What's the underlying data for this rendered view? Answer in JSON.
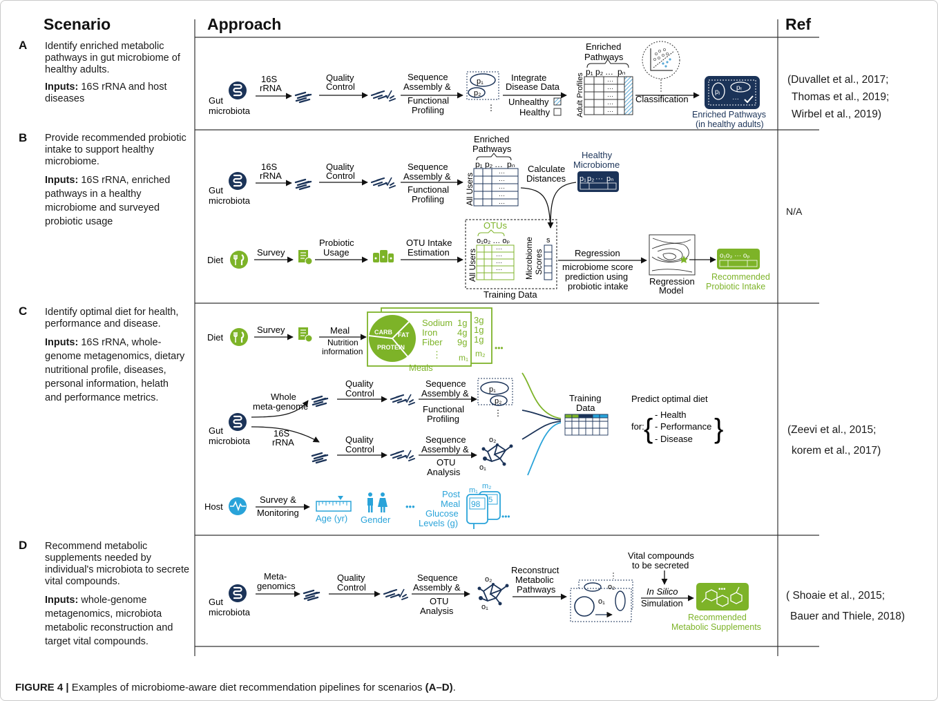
{
  "headers": {
    "scenario": "Scenario",
    "approach": "Approach",
    "ref": "Ref"
  },
  "rows": [
    {
      "letter": "A",
      "scenario": "Identify enriched metabolic  pathways in gut microbiome of healthy adults.",
      "inputs_label": "Inputs:",
      "inputs": " 16S rRNA and host diseases",
      "refs": [
        "(Duvallet et  al., 2017;",
        "Thomas et al., 2019;",
        "Wirbel et al., 2019)"
      ]
    },
    {
      "letter": "B",
      "scenario": "Provide recommended probiotic intake to support healthy microbiome.",
      "inputs_label": "Inputs:",
      "inputs": " 16S rRNA, enriched pathways in a healthy microbiome and surveyed probiotic usage",
      "refs": [
        "N/A"
      ]
    },
    {
      "letter": "C",
      "scenario": "Identify optimal diet for health, performance and disease.",
      "inputs_label": "Inputs:",
      "inputs": " 16S rRNA, whole-genome metagenomics, dietary nutritional profile, diseases, personal information, helath and performance metrics.",
      "refs": [
        "(Zeevi et al., 2015;",
        "korem et al., 2017)"
      ]
    },
    {
      "letter": "D",
      "scenario": "Recommend metabolic supplements needed by individual's microbiota to secrete vital compounds.",
      "inputs_label": "Inputs:",
      "inputs": " whole-genome metagenomics, microbiota metabolic reconstruction and target vital compounds.",
      "refs": [
        "( Shoaie et al., 2015;",
        "Bauer and Thiele, 2018)"
      ]
    }
  ],
  "diagram": {
    "gut": [
      "Gut",
      "microbiota"
    ],
    "s16": [
      "16S",
      "rRNA"
    ],
    "qc": [
      "Quality",
      "Control"
    ],
    "seq_fp": [
      "Sequence",
      "Assembly &",
      "Functional",
      "Profiling"
    ],
    "seq_otu": [
      "Sequence",
      "Assembly &",
      "OTU",
      "Analysis"
    ],
    "integrate": [
      "Integrate",
      "Disease Data"
    ],
    "unhealthy": "Unhealthy",
    "healthy": "Healthy",
    "enriched_pw": [
      "Enriched",
      "Pathways"
    ],
    "p1": "p₁",
    "p2": "p₂",
    "pn": "pₙ",
    "pj": "pⱼ",
    "pt": "pₜ",
    "dots": "…",
    "vdots": "⋮",
    "tdots": "···",
    "ellipsis": "•••",
    "o1": "o₁",
    "o2": "o₂",
    "adult_profiles": "Adult Profiles",
    "classification": "Classification",
    "enriched_result": [
      "Enriched Pathways",
      "(in healthy adults)"
    ],
    "all_users": "All Users",
    "calc": [
      "Calculate",
      "Distances"
    ],
    "healthy_mb": [
      "Healthy",
      "Microbiome"
    ],
    "diet": "Diet",
    "survey": "Survey",
    "probiotic_usage": [
      "Probiotic",
      "Usage"
    ],
    "otu_intake": [
      "OTU Intake",
      "Estimation"
    ],
    "otus": "OTUs",
    "otu_header": "o₁o₂ … oₚ",
    "otu_header2": "o₁o₂ ··· oₚ",
    "mb_scores": [
      "Microbiome",
      "Scores"
    ],
    "s": "s",
    "training_data": "Training Data",
    "regression": "Regression",
    "regression_desc": [
      "microbiome score",
      "prediction using",
      "probiotic intake"
    ],
    "regression_model": [
      "Regression",
      "Model"
    ],
    "rec_probiotic": [
      "Recommended",
      "Probiotic Intake"
    ],
    "meal": "Meal",
    "nutrition": [
      "Nutrition",
      "information"
    ],
    "carb": "CARB",
    "fat": "FAT",
    "protein": "PROTEIN",
    "nutrients": [
      "Sodium",
      "Iron",
      "Fiber"
    ],
    "amounts_m1": [
      "1g",
      "4g",
      "9g"
    ],
    "amounts_m2": [
      "3g",
      "1g",
      "1g"
    ],
    "m1": "m₁",
    "m2": "m₂",
    "meals": "Meals",
    "whole_mg": [
      "Whole",
      "meta-genome"
    ],
    "training": [
      "Training",
      "Data"
    ],
    "predict": "Predict optimal diet",
    "for": "for:",
    "targets": [
      "- Health",
      "- Performance",
      "- Disease"
    ],
    "host": "Host",
    "survey_mon": [
      "Survey &",
      "Monitoring"
    ],
    "age": "Age (yr)",
    "gender": "Gender",
    "glucose": [
      "Post",
      "Meal",
      "Glucose",
      "Levels (g)"
    ],
    "g98": "98",
    "g85": "85",
    "metagenomics": [
      "Meta-",
      "genomics"
    ],
    "reconstruct": [
      "Reconstruct",
      "Metabolic",
      "Pathways"
    ],
    "vital": [
      "Vital compounds",
      "to be secreted"
    ],
    "insilico": [
      "In Silico",
      "Simulation"
    ],
    "rec_supp": [
      "Recommended",
      "Metabolic Supplements"
    ]
  },
  "colors": {
    "navy": "#1b3358",
    "green": "#7db328",
    "blue": "#29a3d9",
    "hatch": "#5aa9d6"
  },
  "caption": {
    "label": "FIGURE 4 |",
    "text": " Examples of microbiome-aware diet recommendation pipelines for scenarios ",
    "range": "(A–D)",
    "end": "."
  }
}
